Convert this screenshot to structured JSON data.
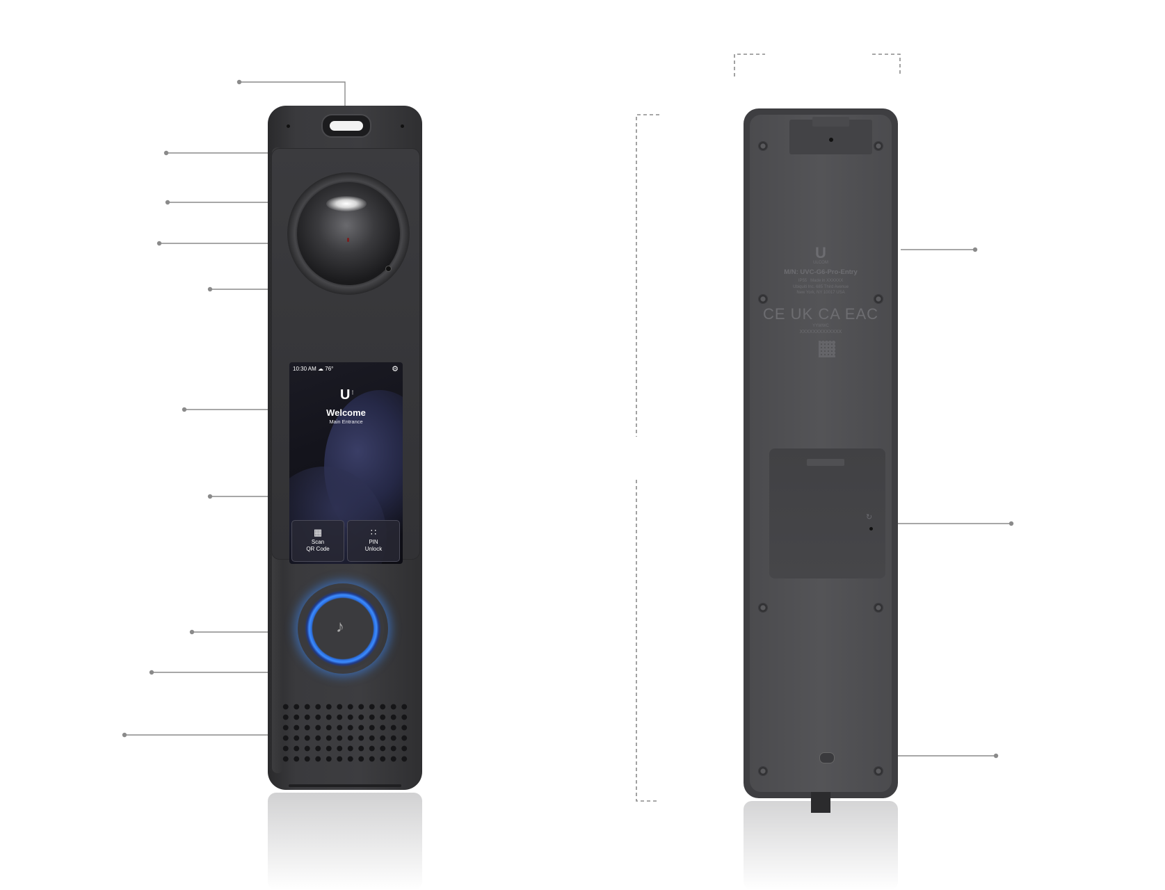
{
  "screen": {
    "time": "10:30 AM",
    "temperature": "76°",
    "title": "Welcome",
    "subtitle": "Main Entrance",
    "buttons": [
      {
        "line1": "Scan",
        "line2": "QR Code"
      },
      {
        "line1": "PIN",
        "line2": "Unlock"
      }
    ]
  },
  "back_label": {
    "brand": "ULCOM",
    "model": "M/N: UVC-G6-Pro-Entry",
    "rating": "IP55",
    "made_in": "Made in XXXXXX",
    "company": "Ubiquiti Inc. 685 Third Avenue",
    "address": "New York, NY 10017 USA",
    "marks": "CE UK CA EAC",
    "date_code": "YYWWC",
    "serial": "XXXXXXXXXXXXX"
  },
  "colors": {
    "body": "#3d3d40",
    "ring_light": "#3c8cff",
    "callout_line": "#8a8a8a"
  }
}
